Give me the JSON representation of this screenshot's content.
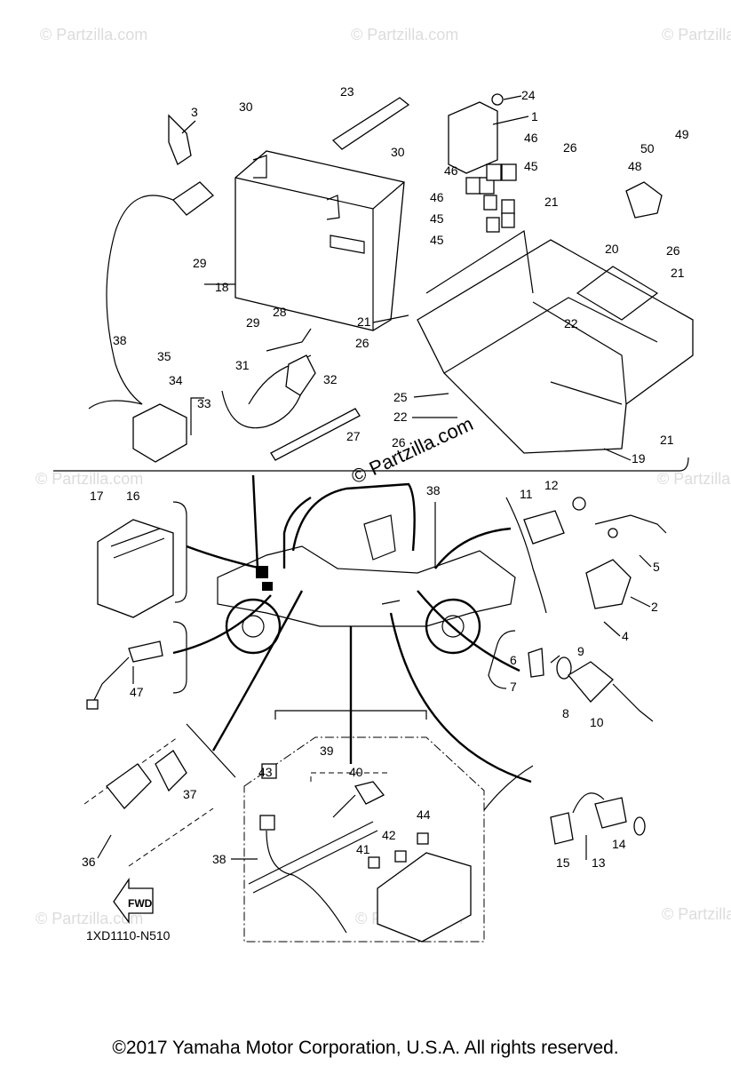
{
  "diagram_code": "1XD1110-N510",
  "copyright": "©2017  Yamaha Motor Corporation, U.S.A. All rights reserved.",
  "watermark_main": "© Partzilla.com",
  "watermark_small": "© Partzilla.com",
  "fwd_label": "FWD",
  "callouts": {
    "c1": "1",
    "c2": "2",
    "c3": "3",
    "c4": "4",
    "c5": "5",
    "c6": "6",
    "c7": "7",
    "c8": "8",
    "c9": "9",
    "c10": "10",
    "c11": "11",
    "c12": "12",
    "c13": "13",
    "c14": "14",
    "c15": "15",
    "c16": "16",
    "c17": "17",
    "c18": "18",
    "c19": "19",
    "c20": "20",
    "c21": "21",
    "c22": "22",
    "c23": "23",
    "c24": "24",
    "c25": "25",
    "c26": "26",
    "c27": "27",
    "c28": "28",
    "c29": "29",
    "c30": "30",
    "c31": "31",
    "c32": "32",
    "c33": "33",
    "c34": "34",
    "c35": "35",
    "c36": "36",
    "c37": "37",
    "c38": "38",
    "c39": "39",
    "c40": "40",
    "c41": "41",
    "c42": "42",
    "c43": "43",
    "c44": "44",
    "c45": "45",
    "c46": "46",
    "c47": "47",
    "c48": "48",
    "c49": "49",
    "c50": "50"
  }
}
